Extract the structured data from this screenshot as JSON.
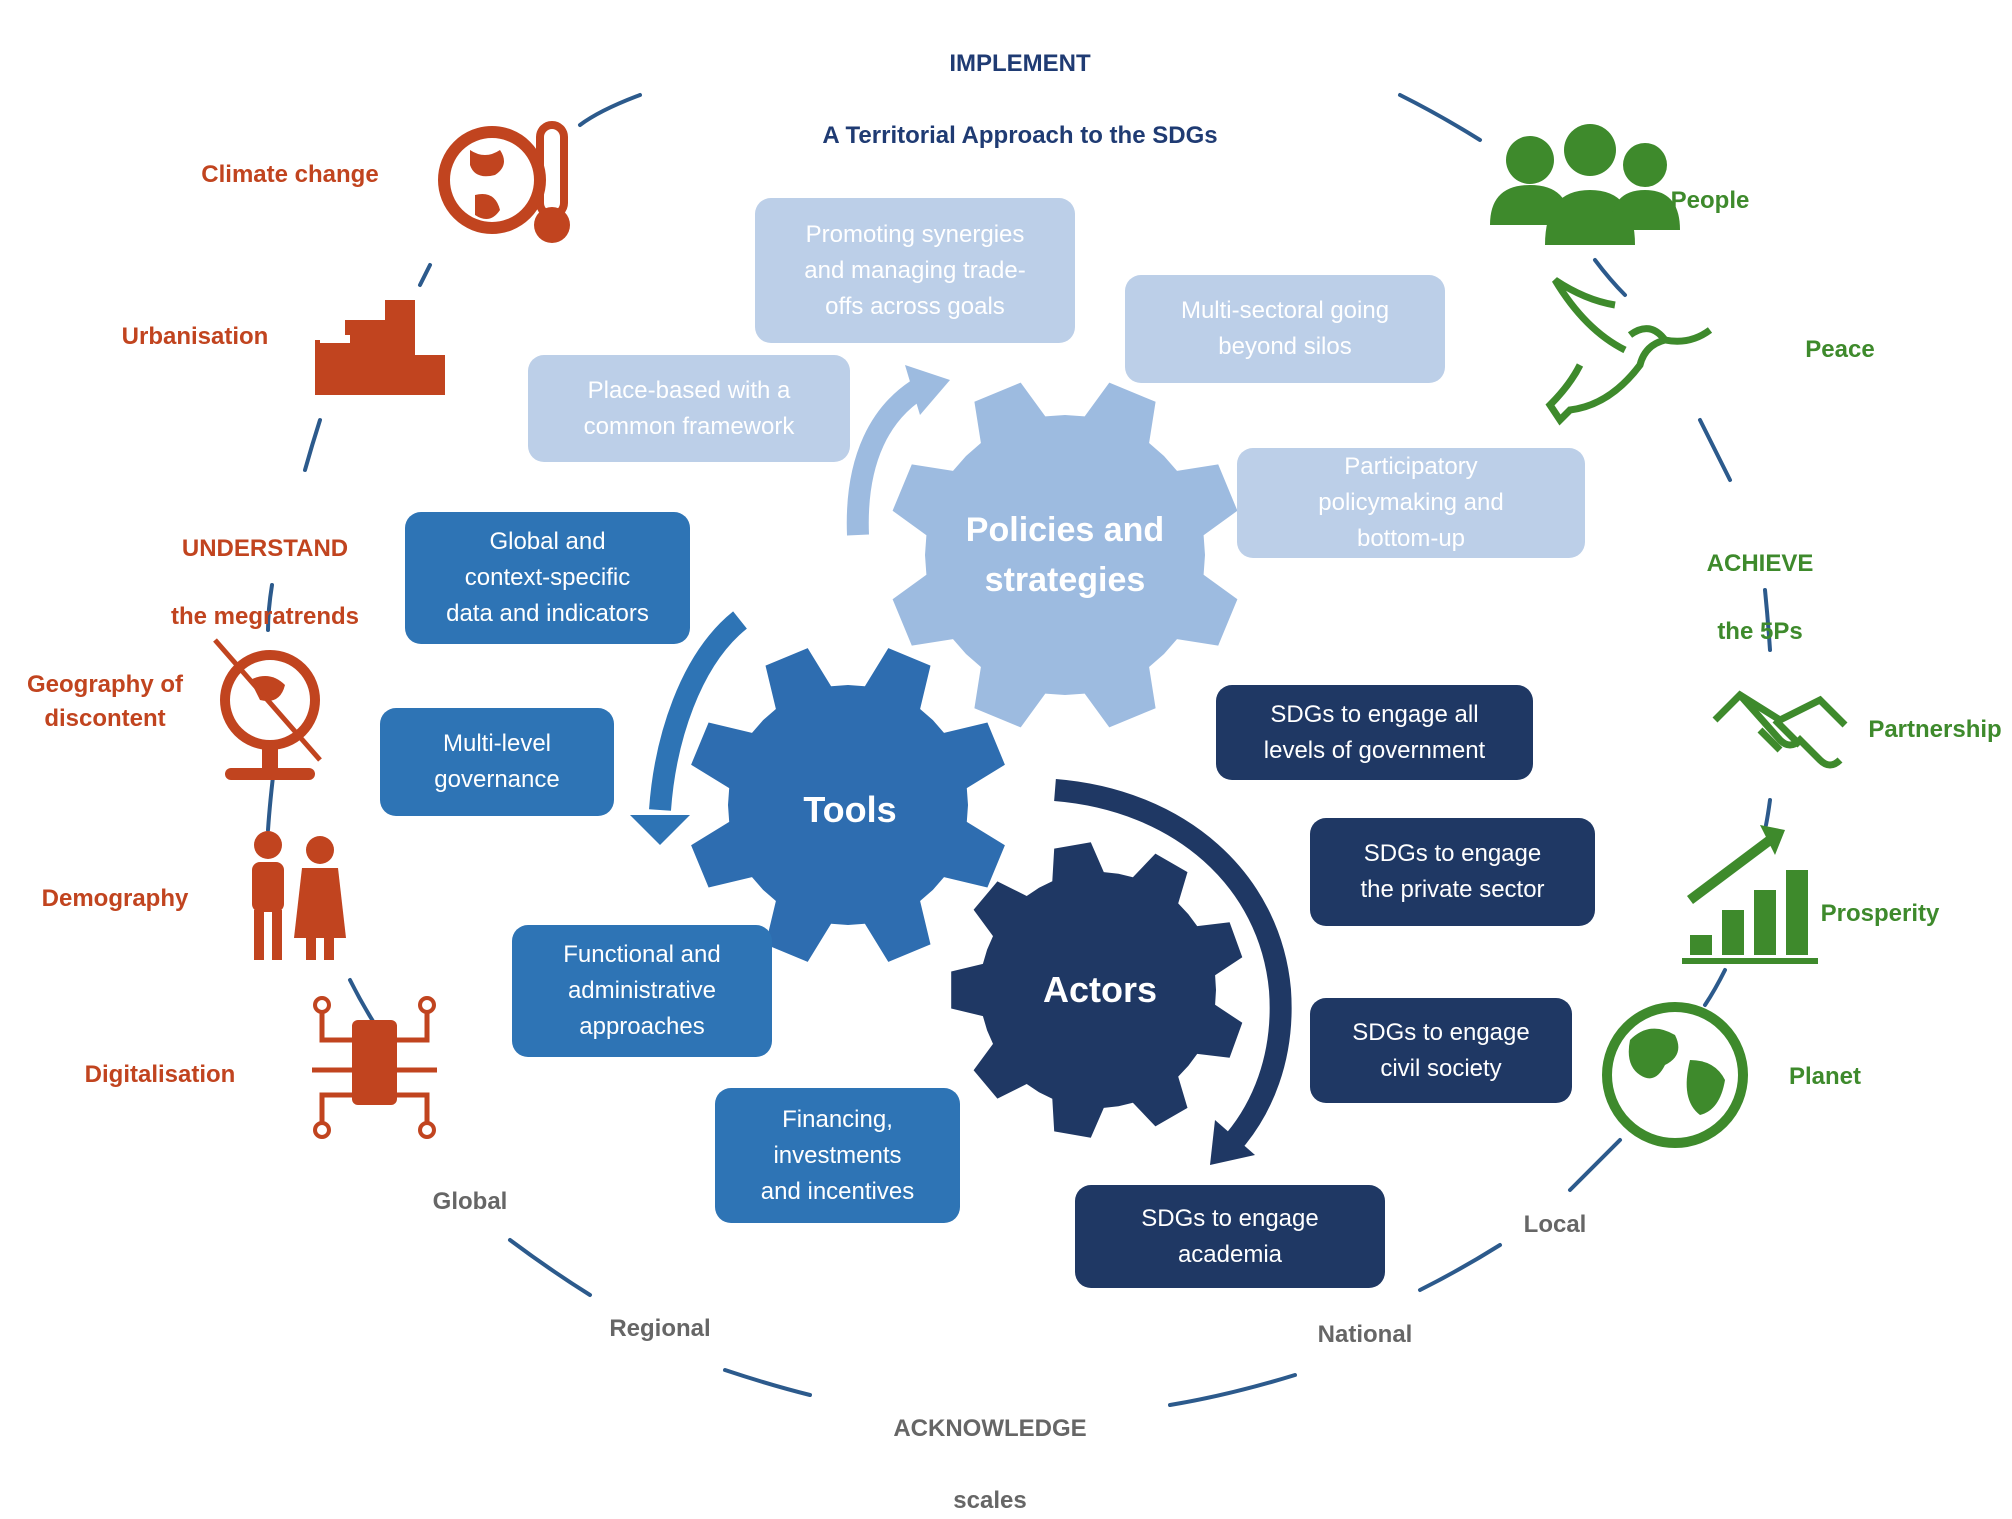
{
  "top_heading": {
    "line1": "IMPLEMENT",
    "line2": "A Territorial Approach to the SDGs"
  },
  "bottom_heading": {
    "line1": "ACKNOWLEDGE",
    "line2": "scales"
  },
  "left_heading": {
    "line1": "UNDERSTAND",
    "line2": "the megratrends"
  },
  "right_heading": {
    "line1": "ACHIEVE",
    "line2": "the 5Ps"
  },
  "megatrends": [
    {
      "label": "Climate change",
      "icon": "globe-thermometer-icon"
    },
    {
      "label": "Urbanisation",
      "icon": "city-buildings-icon"
    },
    {
      "label": "Geography of\ndiscontent",
      "icon": "broken-globe-icon"
    },
    {
      "label": "Demography",
      "icon": "elderly-couple-icon"
    },
    {
      "label": "Digitalisation",
      "icon": "circuit-phone-icon"
    }
  ],
  "five_ps": [
    {
      "label": "People",
      "icon": "people-group-icon"
    },
    {
      "label": "Peace",
      "icon": "dove-icon"
    },
    {
      "label": "Partnership",
      "icon": "handshake-icon"
    },
    {
      "label": "Prosperity",
      "icon": "growth-chart-icon"
    },
    {
      "label": "Planet",
      "icon": "earth-icon"
    }
  ],
  "scales": [
    "Global",
    "Regional",
    "National",
    "Local"
  ],
  "gears": {
    "policies": "Policies and\nstrategies",
    "tools": "Tools",
    "actors": "Actors"
  },
  "policy_boxes": [
    "Promoting synergies\nand managing trade-\noffs across goals",
    "Multi-sectoral going\nbeyond silos",
    "Place-based with a\ncommon framework",
    "Participatory\npolicymaking and\nbottom-up"
  ],
  "tool_boxes": [
    "Global and\ncontext-specific\ndata and indicators",
    "Multi-level\ngovernance",
    "Functional and\nadministrative\napproaches",
    "Financing,\ninvestments\nand incentives"
  ],
  "actor_boxes": [
    "SDGs to engage all\nlevels of government",
    "SDGs to engage\nthe private sector",
    "SDGs to engage\ncivil society",
    "SDGs to engage\nacademia"
  ],
  "colors": {
    "orange": "#c1441f",
    "green": "#3e8a2c",
    "light_blue": "#bccfe8",
    "light_gear": "#9dbbe0",
    "mid_blue": "#2e74b5",
    "mid_gear": "#2e6db0",
    "dark_blue": "#1f3864",
    "circle_line": "#2c5a8c"
  }
}
